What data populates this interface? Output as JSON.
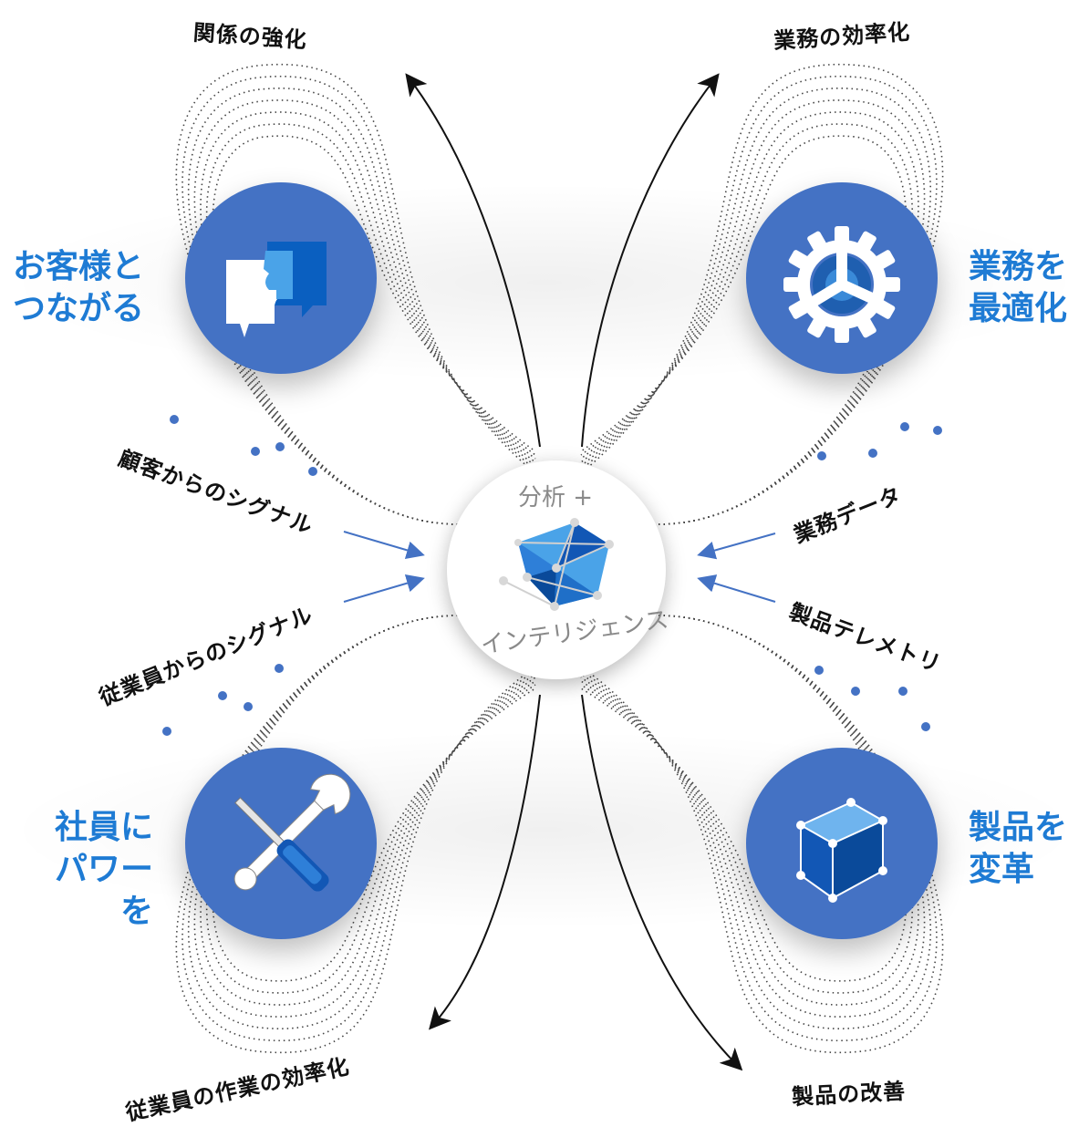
{
  "center": {
    "title_top": "分析 +",
    "title_bottom": "インテリジェンス",
    "icon": "network-gem-icon"
  },
  "quadrants": {
    "top_left": {
      "label_line1": "お客様と",
      "label_line2": "つながる",
      "icon": "chat-faces-icon",
      "outcome": "関係の強化",
      "signal": "顧客からのシグナル"
    },
    "top_right": {
      "label_line1": "業務を",
      "label_line2": "最適化",
      "icon": "gear-icon",
      "outcome": "業務の効率化",
      "signal": "業務データ"
    },
    "bottom_left": {
      "label_line1": "社員に",
      "label_line2": "パワーを",
      "icon": "wrench-screwdriver-icon",
      "outcome": "従業員の作業の効率化",
      "signal": "従業員からのシグナル"
    },
    "bottom_right": {
      "label_line1": "製品を",
      "label_line2": "変革",
      "icon": "cube-icon",
      "outcome": "製品の改善",
      "signal": "製品テレメトリ"
    }
  },
  "colors": {
    "circle_fill": "#4472c4",
    "label_blue": "#1e7bd4",
    "dot_gray": "#555555",
    "signal_arrow": "#4472c4"
  }
}
